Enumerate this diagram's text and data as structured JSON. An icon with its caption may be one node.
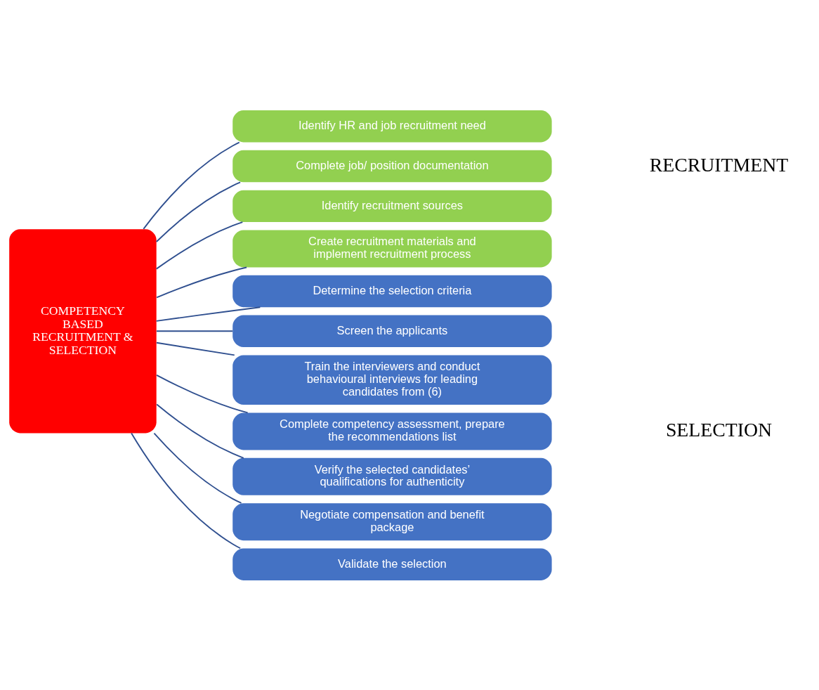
{
  "diagram": {
    "nodes": [
      {
        "text": [
          "COMPETENCY BASED RECRUITMENT & SELECTION"
        ]
      },
      {
        "text": [
          "Identify HR and job recruitment need"
        ]
      },
      {
        "text": [
          "Complete job/ position documentation"
        ]
      },
      {
        "text": [
          "Identify recruitment sources"
        ]
      },
      {
        "text": [
          "Create recruitment materials and implement recruitment process"
        ]
      },
      {
        "text": [
          "Determine the selection criteria"
        ]
      },
      {
        "text": [
          "Screen the applicants"
        ]
      },
      {
        "text": [
          "Train the interviewers and conduct behavioural interviews for leading candidates from (6)"
        ]
      },
      {
        "text": [
          "Complete competency assessment, prepare the recommendations list"
        ]
      },
      {
        "text": [
          "Verify the selected candidates’ qualifications for authenticity"
        ]
      },
      {
        "text": [
          "Negotiate compensation and benefit package"
        ]
      },
      {
        "text": [
          "Validate the selection"
        ]
      }
    ],
    "edges": [
      {
        "from": 0,
        "to": 1,
        "arrow": "none"
      },
      {
        "from": 0,
        "to": 2,
        "arrow": "none"
      },
      {
        "from": 0,
        "to": 3,
        "arrow": "none"
      },
      {
        "from": 0,
        "to": 4,
        "arrow": "none"
      },
      {
        "from": 0,
        "to": 5,
        "arrow": "none"
      },
      {
        "from": 0,
        "to": 6,
        "arrow": "none"
      },
      {
        "from": 0,
        "to": 7,
        "arrow": "none"
      },
      {
        "from": 0,
        "to": 8,
        "arrow": "none"
      },
      {
        "from": 0,
        "to": 9,
        "arrow": "none"
      },
      {
        "from": 0,
        "to": 10,
        "arrow": "none"
      },
      {
        "from": 0,
        "to": 11,
        "arrow": "none"
      }
    ],
    "labels": [
      "RECRUITMENT",
      "SELECTION"
    ]
  }
}
